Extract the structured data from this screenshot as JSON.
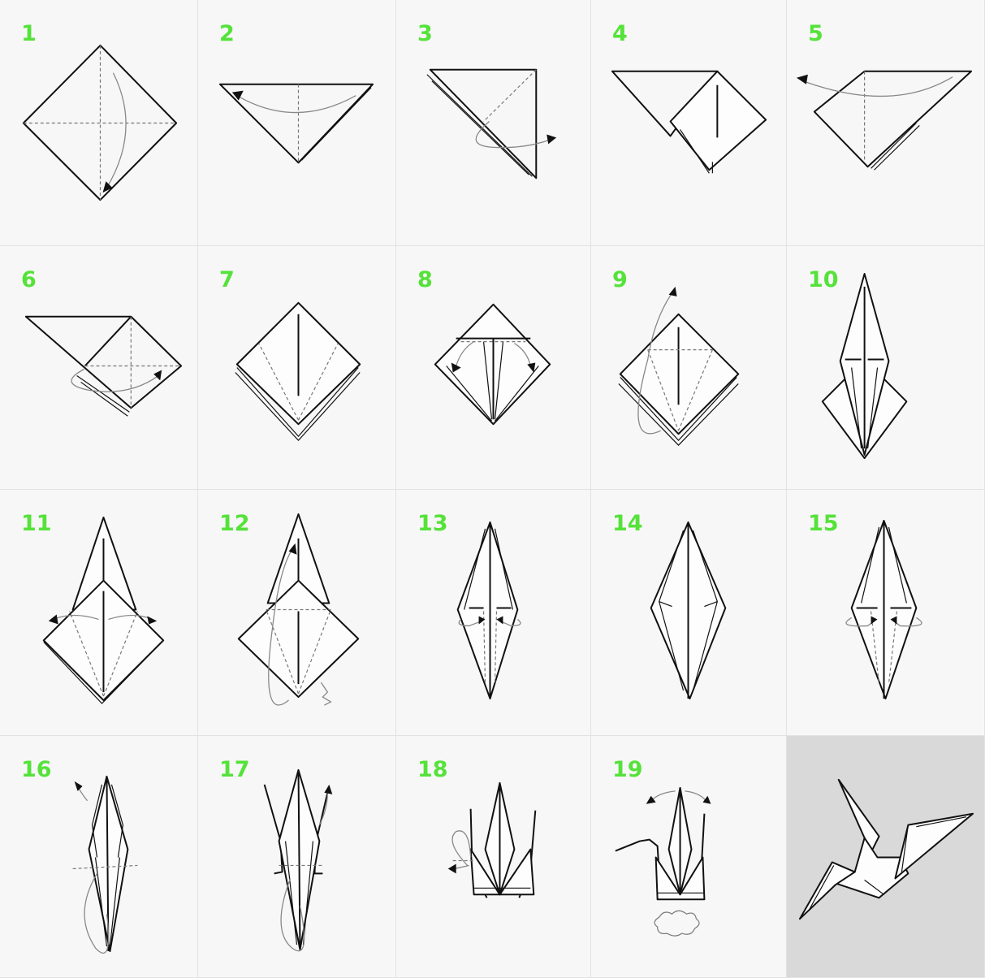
{
  "steps": [
    {
      "n": "1"
    },
    {
      "n": "2"
    },
    {
      "n": "3"
    },
    {
      "n": "4"
    },
    {
      "n": "5"
    },
    {
      "n": "6"
    },
    {
      "n": "7"
    },
    {
      "n": "8"
    },
    {
      "n": "9"
    },
    {
      "n": "10"
    },
    {
      "n": "11"
    },
    {
      "n": "12"
    },
    {
      "n": "13"
    },
    {
      "n": "14"
    },
    {
      "n": "15"
    },
    {
      "n": "16"
    },
    {
      "n": "17"
    },
    {
      "n": "18"
    },
    {
      "n": "19"
    }
  ],
  "colors": {
    "step_number": "#55e23a",
    "line": "#111111",
    "guide": "#777777",
    "final_panel": "#d9d9d9"
  }
}
